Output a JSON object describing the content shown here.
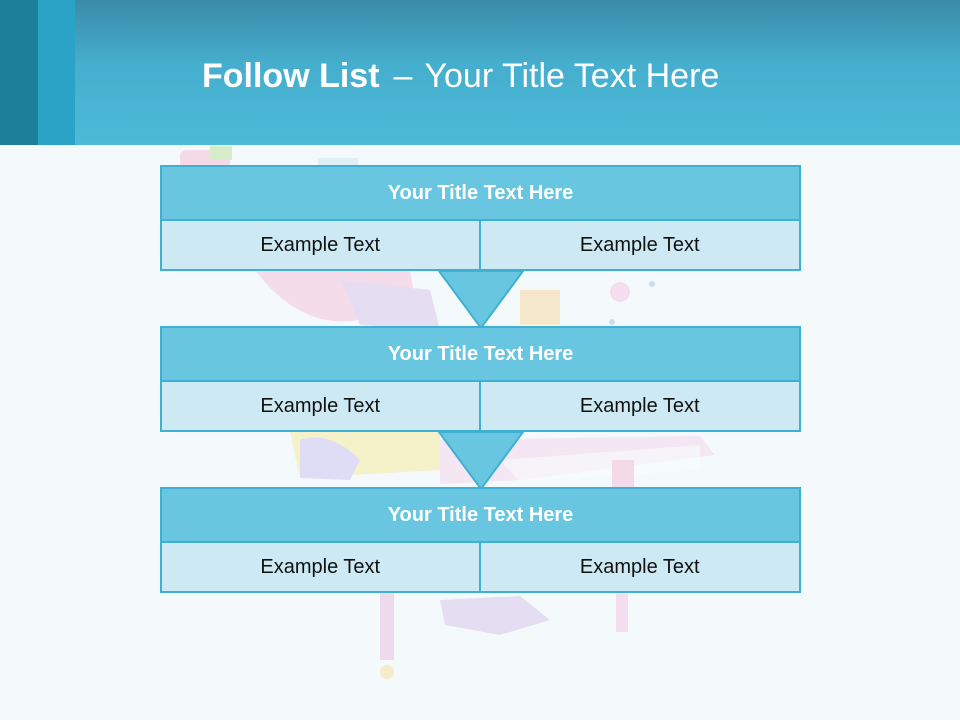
{
  "header": {
    "title_bold": "Follow List",
    "title_sep": "–",
    "title_rest": "Your Title Text Here"
  },
  "blocks": [
    {
      "title": "Your Title Text Here",
      "cells": [
        "Example Text",
        "Example Text"
      ]
    },
    {
      "title": "Your Title Text Here",
      "cells": [
        "Example Text",
        "Example Text"
      ]
    },
    {
      "title": "Your Title Text Here",
      "cells": [
        "Example Text",
        "Example Text"
      ]
    }
  ],
  "colors": {
    "header": "#46aece",
    "block_title_fill": "#68c6e1",
    "block_cell_fill": "#cde9f3",
    "border": "#3fb0d2",
    "arrow": "#68c6e1"
  }
}
